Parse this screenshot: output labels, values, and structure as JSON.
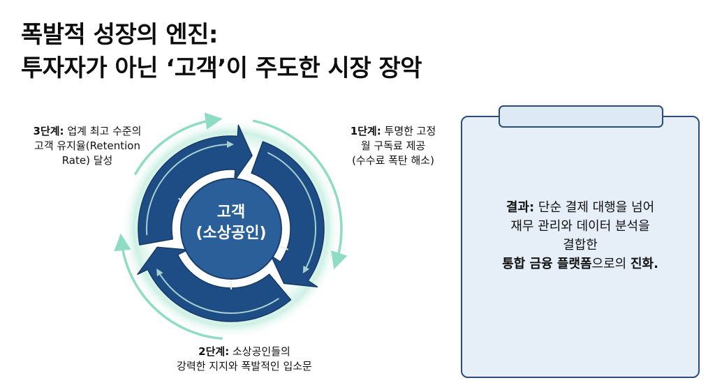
{
  "title": {
    "line1": "폭발적 성장의 엔진:",
    "line2": "투자자가 아닌 ‘고객’이 주도한 시장 장악"
  },
  "cycle": {
    "center": {
      "line1": "고객",
      "line2": "(소상공인)"
    },
    "colors": {
      "arrow": "#1e4d86",
      "ring": "#8fdcc4",
      "center": "#2a5f99"
    },
    "steps": [
      {
        "prefix": "1단계:",
        "lines": [
          "투명한 고정",
          "월 구독료 제공",
          "(수수료 폭탄 해소)"
        ]
      },
      {
        "prefix": "2단계:",
        "lines": [
          "소상공인들의",
          "강력한 지지와 폭발적인 입소문"
        ]
      },
      {
        "prefix": "3단계:",
        "lines": [
          "업계 최고 수준의",
          "고객 유지율(Retention",
          "Rate) 달성"
        ]
      }
    ]
  },
  "result": {
    "prefix": "결과:",
    "line1": "단순 결제 대행을 넘어",
    "line2": "재무 관리와 데이터 분석을",
    "line3": "결합한",
    "line4_bold": "통합 금융 플랫폼",
    "line4_mid": "으로의",
    "line4_end": "진화.",
    "colors": {
      "panel": "#e6eef8",
      "border": "#2a4d78"
    }
  }
}
